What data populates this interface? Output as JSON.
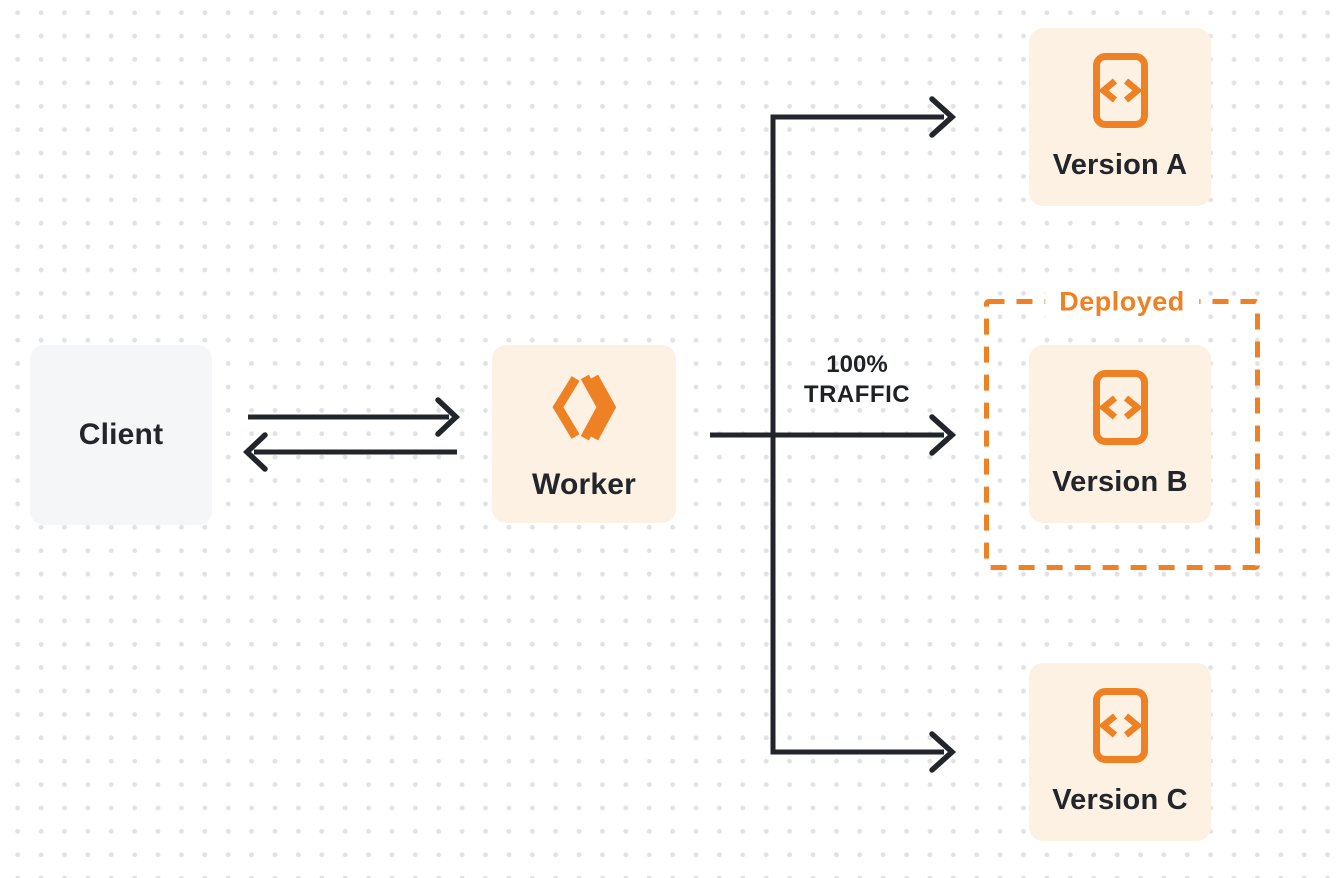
{
  "diagram": {
    "title": "worker-traffic-routing-diagram"
  },
  "nodes": {
    "client": {
      "label": "Client"
    },
    "worker": {
      "label": "Worker"
    },
    "version_a": {
      "label": "Version A"
    },
    "version_b": {
      "label": "Version B"
    },
    "version_c": {
      "label": "Version C"
    }
  },
  "annotations": {
    "deployed_label": "Deployed",
    "traffic_line1": "100%",
    "traffic_line2": "TRAFFIC"
  },
  "icons": {
    "worker_icon": "workers-logo-icon",
    "version_icon": "code-file-icon"
  },
  "colors": {
    "orange": "#ee8124",
    "cream_box": "#fcf1e3",
    "gray_box": "#f5f6f7",
    "ink": "#22262b",
    "dot_grid": "#e1e2e5",
    "background": "#ffffff"
  }
}
